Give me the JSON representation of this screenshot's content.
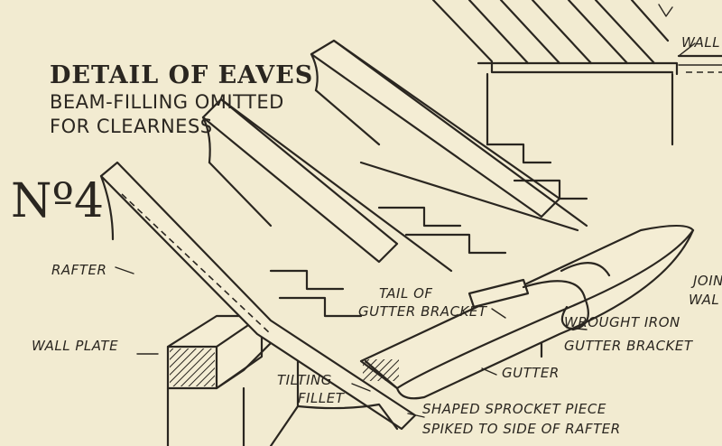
{
  "title": {
    "line1": "DETAIL OF EAVES",
    "line2": "BEAM-FILLING OMITTED",
    "line3": "FOR CLEARNESS"
  },
  "drawing_number": "Nº4",
  "labels": {
    "rafter": "RAFTER",
    "wall_plate": "WALL PLATE",
    "tail_line1": "TAIL OF",
    "tail_line2": "GUTTER BRACKET",
    "wrought_line1": "WROUGHT IRON",
    "wrought_line2": "GUTTER BRACKET",
    "gutter": "GUTTER",
    "tilting_line1": "TILTING",
    "tilting_line2": "FILLET",
    "sprocket_line1": "SHAPED SPROCKET PIECE",
    "sprocket_line2": "SPIKED TO SIDE OF RAFTER",
    "wall_top": "WALL",
    "joint_line1": "JOIN",
    "joint_line2": "WAL"
  },
  "colors": {
    "paper": "#f2ebd1",
    "ink": "#2a2620"
  }
}
